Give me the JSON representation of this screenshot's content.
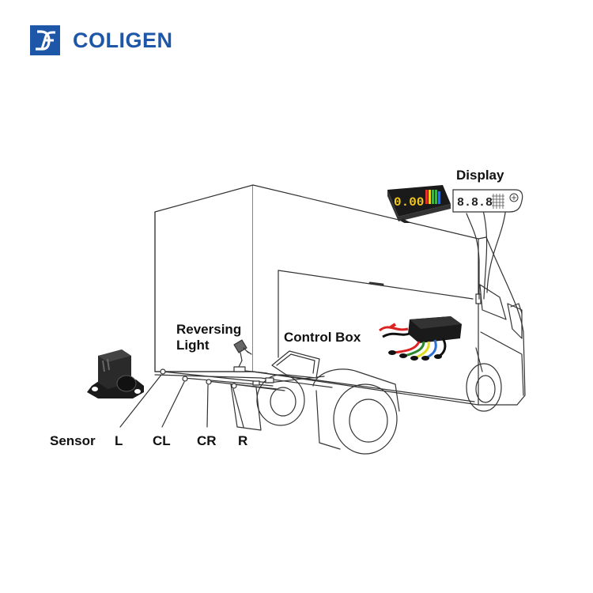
{
  "brand": {
    "name": "COLIGEN",
    "color": "#1f57a8"
  },
  "labels": {
    "display": "Display",
    "reversing_light": "Reversing\nLight",
    "control_box": "Control Box",
    "sensor": "Sensor",
    "sensor_l": "L",
    "sensor_cl": "CL",
    "sensor_cr": "CR",
    "sensor_r": "R"
  },
  "display_left": {
    "digits": "0.00"
  },
  "display_right": {
    "digits": "8.8.8"
  },
  "colors": {
    "line": "#333333",
    "digit": "#f2c81c",
    "bar_red": "#e2332b",
    "bar_green": "#3fb34a",
    "bar_blue": "#2d6fd6",
    "bar_yellow": "#f2d21c"
  }
}
